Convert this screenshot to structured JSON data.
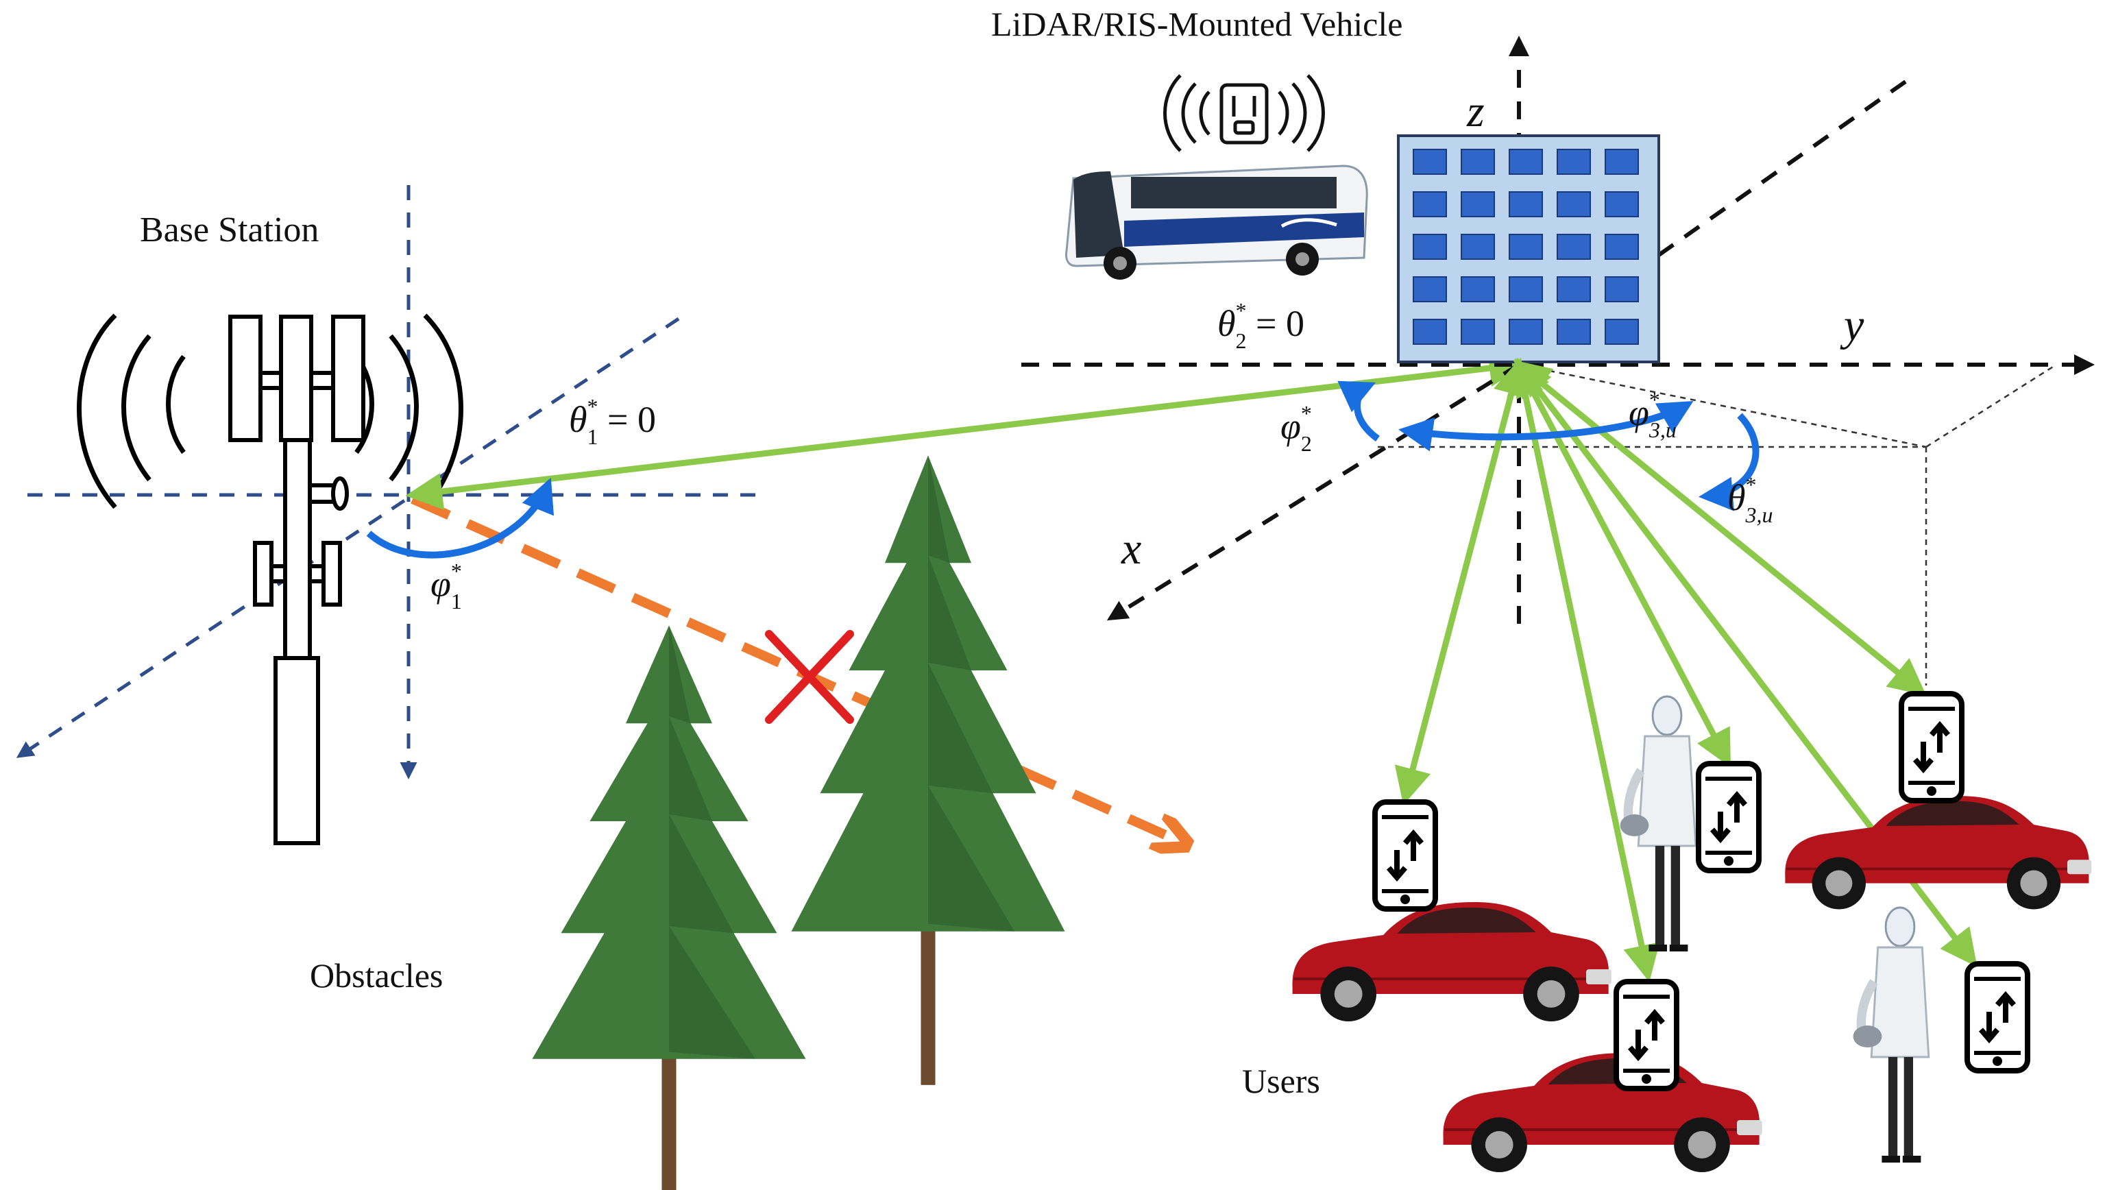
{
  "labels": {
    "base_station": "Base Station",
    "vehicle": "LiDAR/RIS-Mounted Vehicle",
    "obstacles": "Obstacles",
    "users": "Users"
  },
  "axes": {
    "x": "x",
    "y": "y",
    "z": "z"
  },
  "angles": {
    "theta1": {
      "sym": "θ",
      "sub": "1",
      "sup": "*",
      "rest": " = 0"
    },
    "phi1": {
      "sym": "φ",
      "sub": "1",
      "sup": "*"
    },
    "theta2": {
      "sym": "θ",
      "sub": "2",
      "sup": "*",
      "rest": " = 0"
    },
    "phi2": {
      "sym": "φ",
      "sub": "2",
      "sup": "*"
    },
    "phi3u": {
      "sym": "φ",
      "sub": "3,u",
      "sup": "*"
    },
    "theta3u": {
      "sym": "θ",
      "sub": "3,u",
      "sup": "*"
    }
  },
  "colors": {
    "link": "#8cc94a",
    "blocked": "#ee7b30",
    "cross": "#e02020",
    "angle_arc": "#1a6fe0",
    "bs_axes": "#2f4d8a",
    "ris_axes": "#111111",
    "ris_panel": "#bcd4ee",
    "ris_element": "#2f66c8",
    "car": "#b5141c",
    "tree": "#3f7a3a"
  },
  "icons": [
    "base-station-icon",
    "lidar-icon",
    "bus-icon",
    "ris-panel-icon",
    "tree-icon",
    "car-icon",
    "phone-icon",
    "person-icon",
    "cross-icon"
  ]
}
